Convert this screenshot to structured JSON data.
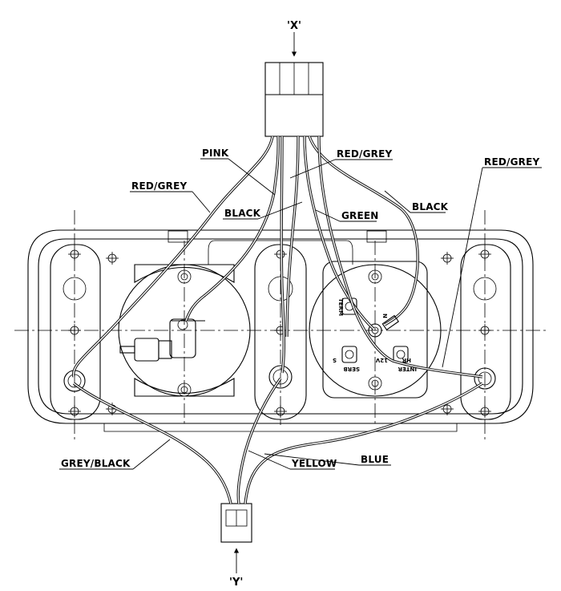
{
  "connectors": {
    "top": "'X'",
    "bottom": "'Y'"
  },
  "wire_labels": {
    "pink": "PINK",
    "red_grey_top": "RED/GREY",
    "red_grey_left": "RED/GREY",
    "red_grey_right": "RED/GREY",
    "black_left": "BLACK",
    "green": "GREEN",
    "black_right": "BLACK",
    "grey_black": "GREY/BLACK",
    "yellow": "YELLOW",
    "blue": "BLUE"
  },
  "gauge_terminals": {
    "term": "TERM",
    "n": "N",
    "hr": "HR",
    "v12": "12V",
    "inter": "INTER",
    "serb": "SERB",
    "s": "S"
  }
}
